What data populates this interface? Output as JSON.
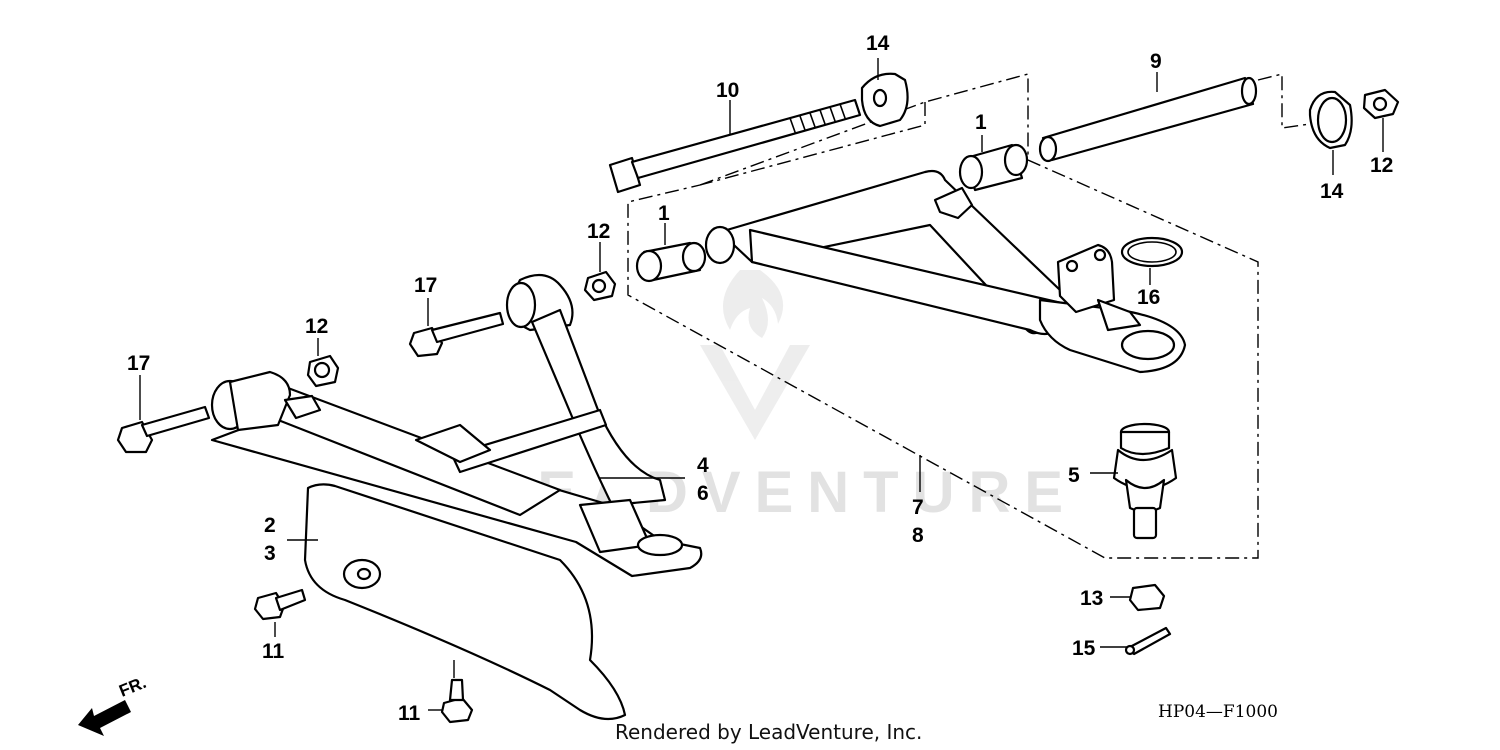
{
  "diagram": {
    "code": "HP04—F1000",
    "footer": "Rendered by LeadVenture, Inc.",
    "watermark": "LEADVENTURE",
    "direction_label": "FR.",
    "callouts": {
      "c1a": "1",
      "c1b": "1",
      "c2": "2",
      "c3": "3",
      "c4": "4",
      "c6": "6",
      "c5": "5",
      "c7": "7",
      "c8": "8",
      "c9": "9",
      "c10": "10",
      "c11a": "11",
      "c11b": "11",
      "c12a": "12",
      "c12b": "12",
      "c12c": "12",
      "c13": "13",
      "c14a": "14",
      "c14b": "14",
      "c15": "15",
      "c16": "16",
      "c17a": "17",
      "c17b": "17"
    }
  }
}
